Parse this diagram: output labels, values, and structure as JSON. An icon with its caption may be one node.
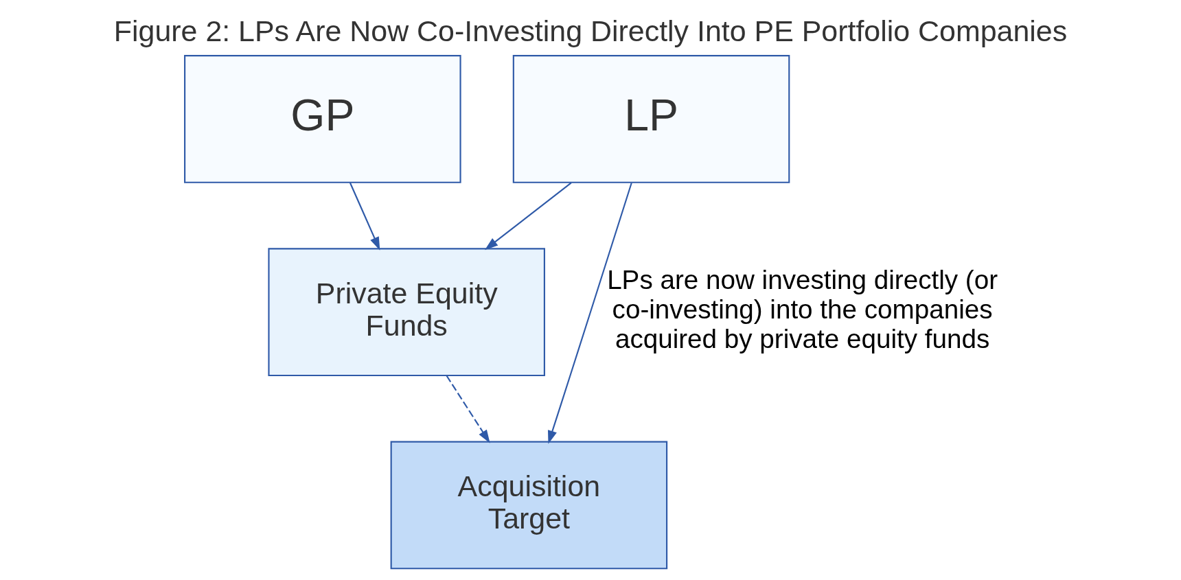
{
  "diagram": {
    "title": "Figure 2: LPs Are Now Co-Investing Directly Into PE Portfolio Companies",
    "nodes": [
      {
        "text": [
          "GP"
        ]
      },
      {
        "text": [
          "LP"
        ]
      },
      {
        "text": [
          "Private Equity Funds"
        ]
      },
      {
        "text": [
          "Acquisition Target"
        ]
      }
    ],
    "edges": [
      {
        "from": 0,
        "to": 2,
        "arrow": "to"
      },
      {
        "from": 1,
        "to": 2,
        "arrow": "to"
      },
      {
        "from": 2,
        "to": 3,
        "arrow": "to",
        "style": "dashed"
      },
      {
        "from": 1,
        "to": 3,
        "arrow": "to",
        "label": "LPs are now investing directly (or co-investing) into the companies acquired by private equity funds"
      }
    ]
  }
}
